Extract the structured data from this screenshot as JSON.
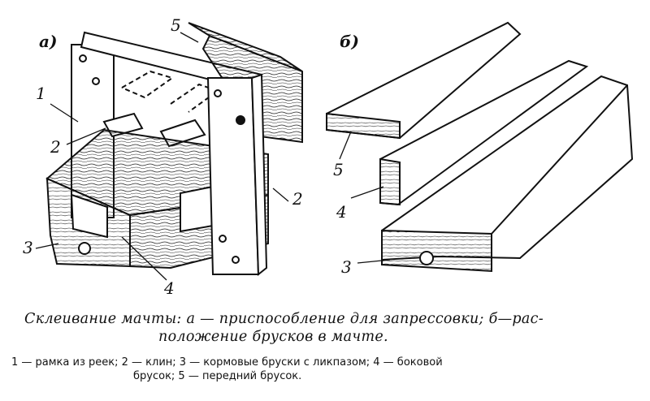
{
  "figure": {
    "panel_a": "а)",
    "panel_b": "б)",
    "labels_a": [
      "1",
      "2",
      "2",
      "3",
      "4",
      "5"
    ],
    "labels_b": [
      "5",
      "4",
      "3"
    ]
  },
  "caption": {
    "line1": "Склеивание мачты: а — приспособление для запрессовки; б—рас-",
    "line2": "положение брусков в мачте."
  },
  "legend": {
    "line1": "1 — рамка из реек; 2 — клин; 3 — кормовые бруски с ликпазом; 4 — боковой",
    "line2": "брусок; 5 — передний брусок."
  }
}
